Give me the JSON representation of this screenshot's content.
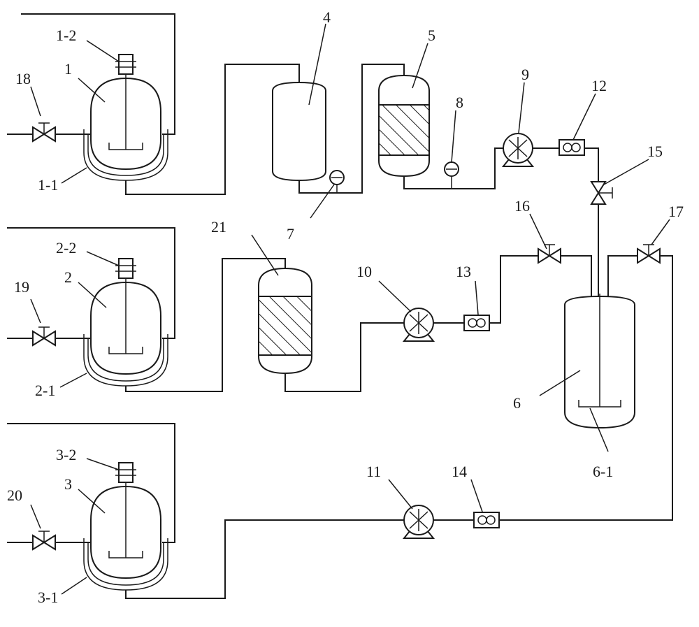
{
  "labels": {
    "reactor_1": "1",
    "reactor_1_jacket": "1-1",
    "reactor_1_motor": "1-2",
    "reactor_2": "2",
    "reactor_2_jacket": "2-1",
    "reactor_2_motor": "2-2",
    "reactor_3": "3",
    "reactor_3_jacket": "3-1",
    "reactor_3_motor": "3-2",
    "tank_4": "4",
    "column_5": "5",
    "vessel_6": "6",
    "vessel_6_stirrer": "6-1",
    "gauge_7": "7",
    "gauge_8": "8",
    "pump_9": "9",
    "pump_10": "10",
    "pump_11": "11",
    "flowmeter_12": "12",
    "flowmeter_13": "13",
    "flowmeter_14": "14",
    "valve_15": "15",
    "valve_16": "16",
    "valve_17": "17",
    "valve_18": "18",
    "valve_19": "19",
    "valve_20": "20",
    "column_21": "21"
  }
}
